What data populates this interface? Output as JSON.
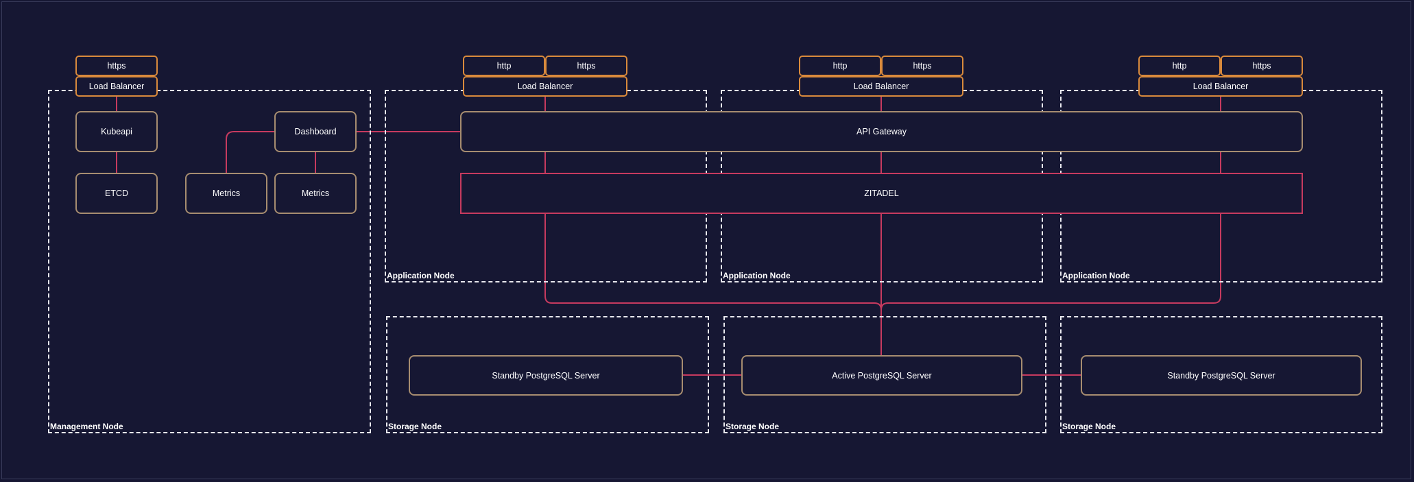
{
  "colors": {
    "background": "#161733",
    "connector": "#c73a5f",
    "service_border": "#a78d70",
    "port_border": "#d98a3c",
    "region_border": "#e8e8ee"
  },
  "regions": {
    "management": "Management Node",
    "application_1": "Application Node",
    "application_2": "Application Node",
    "application_3": "Application Node",
    "storage_1": "Storage Node",
    "storage_2": "Storage Node",
    "storage_3": "Storage Node"
  },
  "management": {
    "https": "https",
    "load_balancer": "Load Balancer",
    "kubeapi": "Kubeapi",
    "etcd": "ETCD",
    "dashboard": "Dashboard",
    "metrics_1": "Metrics",
    "metrics_2": "Metrics"
  },
  "application_nodes": [
    {
      "http": "http",
      "https": "https",
      "load_balancer": "Load Balancer"
    },
    {
      "http": "http",
      "https": "https",
      "load_balancer": "Load Balancer"
    },
    {
      "http": "http",
      "https": "https",
      "load_balancer": "Load Balancer"
    }
  ],
  "shared": {
    "api_gateway": "API Gateway",
    "zitadel": "ZITADEL"
  },
  "storage": {
    "standby_1": "Standby PostgreSQL Server",
    "active": "Active PostgreSQL Server",
    "standby_2": "Standby PostgreSQL Server"
  }
}
